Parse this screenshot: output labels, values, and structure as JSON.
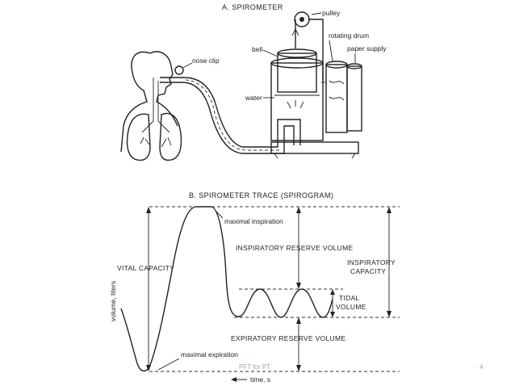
{
  "spirometer": {
    "title": "A. SPIROMETER",
    "labels": {
      "pulley": "pulley",
      "rotating_drum": "rotating drum",
      "paper_supply": "paper supply",
      "bell": "bell",
      "nose_clip": "nose clip",
      "water": "water"
    }
  },
  "spirogram": {
    "title": "B. SPIROMETER TRACE (SPIROGRAM)",
    "labels": {
      "maximal_inspiration": "maximal inspiration",
      "inspiratory_reserve_volume": "INSPIRATORY RESERVE VOLUME",
      "inspiratory_capacity_1": "INSPIRATORY",
      "inspiratory_capacity_2": "CAPACITY",
      "vital_capacity": "VITAL CAPACITY",
      "tidal_volume_1": "TIDAL",
      "tidal_volume_2": "VOLUME",
      "expiratory_reserve_volume": "EXPIRATORY RESERVE VOLUME",
      "maximal_expiration": "maximal expiration",
      "y_axis": "volume, liters",
      "x_axis": "time, s"
    }
  },
  "footer": {
    "text": "PFT for PT",
    "page_number": "4"
  }
}
